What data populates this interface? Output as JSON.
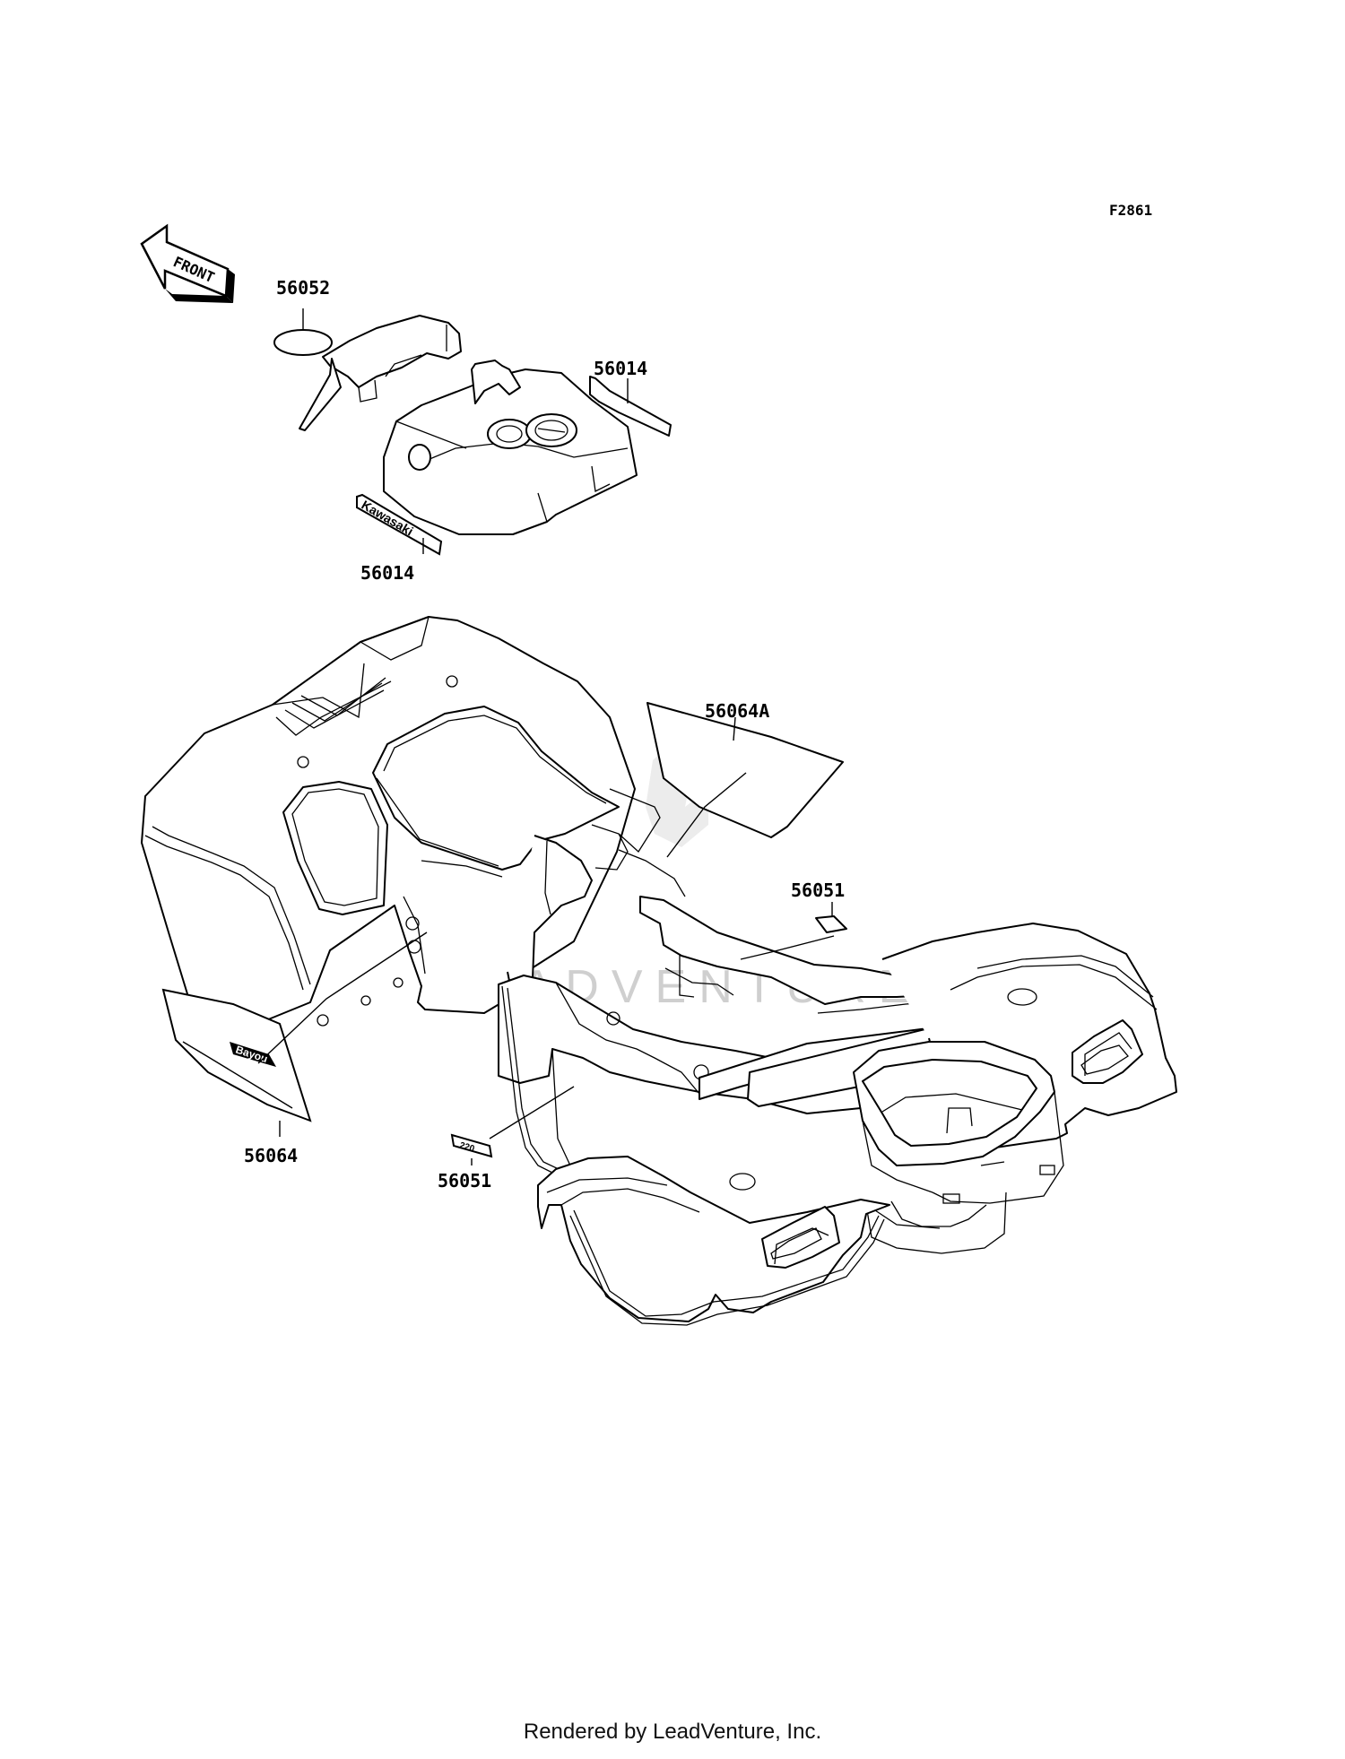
{
  "figure_code": "F2861",
  "front_arrow_text": "FRONT",
  "callouts": {
    "c56052": "56052",
    "c56014_top": "56014",
    "c56014_bottom": "56014",
    "c56064A": "56064A",
    "c56051_right": "56051",
    "c56064": "56064",
    "c56051_bottom": "56051"
  },
  "decal_texts": {
    "kawasaki": "Kawasaki",
    "bayou": "Bayou",
    "model": "220"
  },
  "watermark": "LEADVENTURE",
  "footer": "Rendered by LeadVenture, Inc."
}
